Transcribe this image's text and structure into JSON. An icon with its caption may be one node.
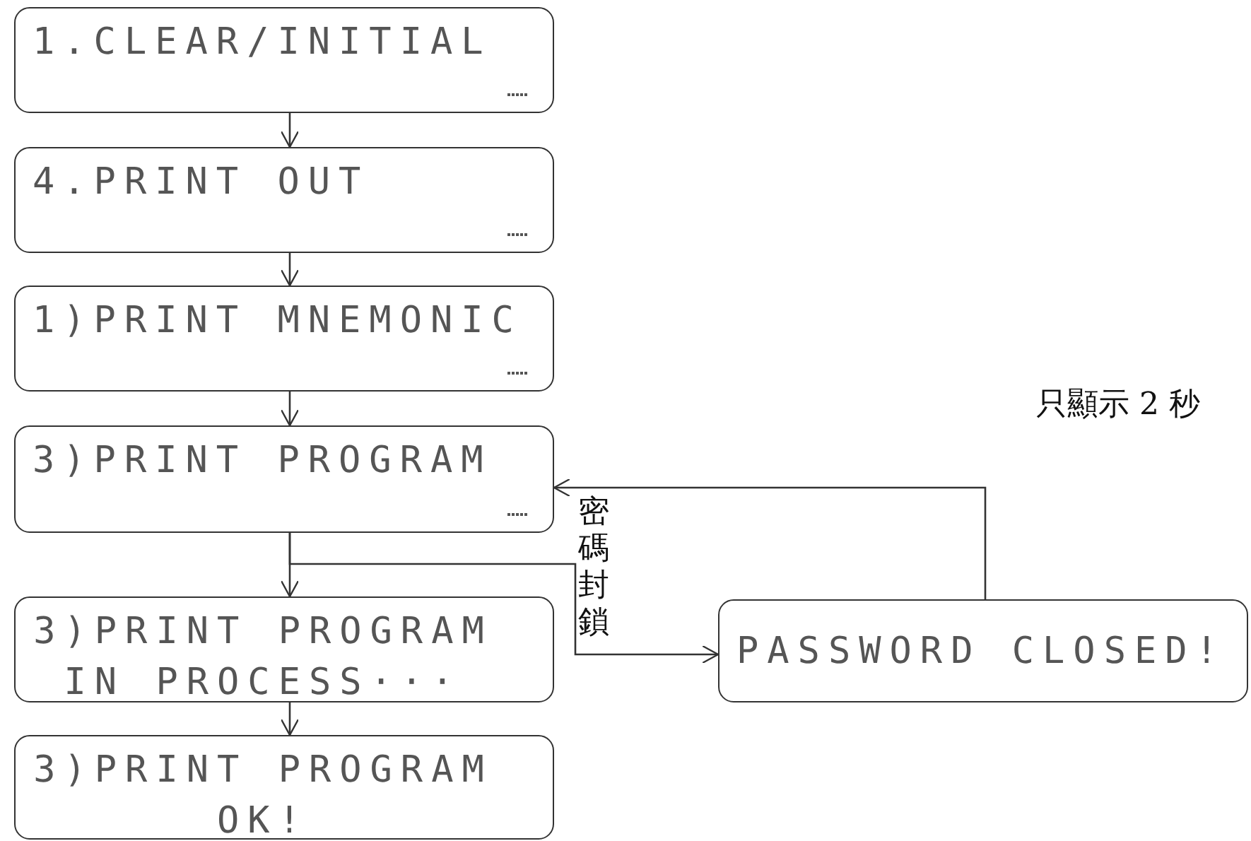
{
  "diagram": {
    "nodes": [
      {
        "text": [
          "1.CLEAR/INITIAL"
        ]
      },
      {
        "text": [
          "4.PRINT OUT"
        ]
      },
      {
        "text": [
          "1)PRINT MNEMONIC"
        ]
      },
      {
        "text": [
          "3)PRINT PROGRAM"
        ]
      },
      {
        "text": [
          "3)PRINT PROGRAM IN PROCESS···"
        ]
      },
      {
        "text": [
          "3)PRINT PROGRAM OK!"
        ]
      },
      {
        "text": [
          "PASSWORD CLOSED!"
        ]
      }
    ],
    "labels": [
      "只顯示 2 秒"
    ],
    "edges": [
      {
        "from": 0,
        "to": 1,
        "arrow": "to"
      },
      {
        "from": 1,
        "to": 2,
        "arrow": "to"
      },
      {
        "from": 2,
        "to": 3,
        "arrow": "to"
      },
      {
        "from": 3,
        "to": 4,
        "arrow": "to"
      },
      {
        "from": 4,
        "to": 5,
        "arrow": "to"
      },
      {
        "from": 3,
        "to": 6,
        "arrow": "to",
        "label": "密碼封鎖"
      },
      {
        "from": 6,
        "to": 3,
        "arrow": "to"
      }
    ]
  }
}
